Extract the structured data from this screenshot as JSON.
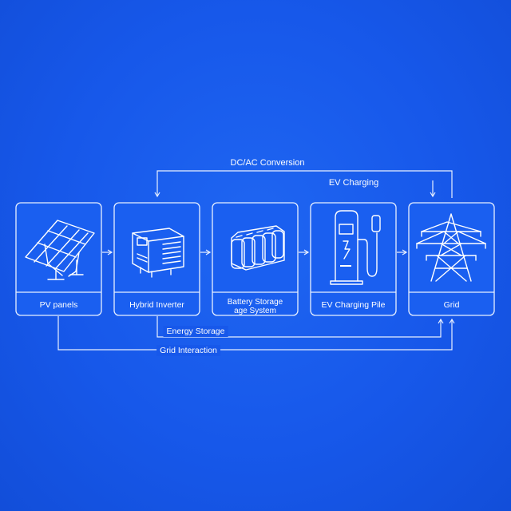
{
  "diagram": {
    "nodes": [
      {
        "id": "pv",
        "label": "PV panels",
        "icon": "solar-panel-icon"
      },
      {
        "id": "inverter",
        "label": "Hybrid Inverter",
        "icon": "inverter-icon"
      },
      {
        "id": "battery",
        "label_line1": "Battery Storage",
        "label_line2": "age System",
        "icon": "battery-icon"
      },
      {
        "id": "ev",
        "label": "EV Charging Pile",
        "icon": "ev-charger-icon"
      },
      {
        "id": "grid",
        "label": "Grid",
        "icon": "power-tower-icon"
      }
    ],
    "flows": {
      "dcac": "DC/AC Conversion",
      "ev_charging": "EV Charging",
      "energy_storage": "Energy Storage",
      "grid_interaction": "Grid Interaction"
    },
    "colors": {
      "background": "#1758ea",
      "line": "#e8f0ff",
      "text": "#ffffff"
    }
  }
}
